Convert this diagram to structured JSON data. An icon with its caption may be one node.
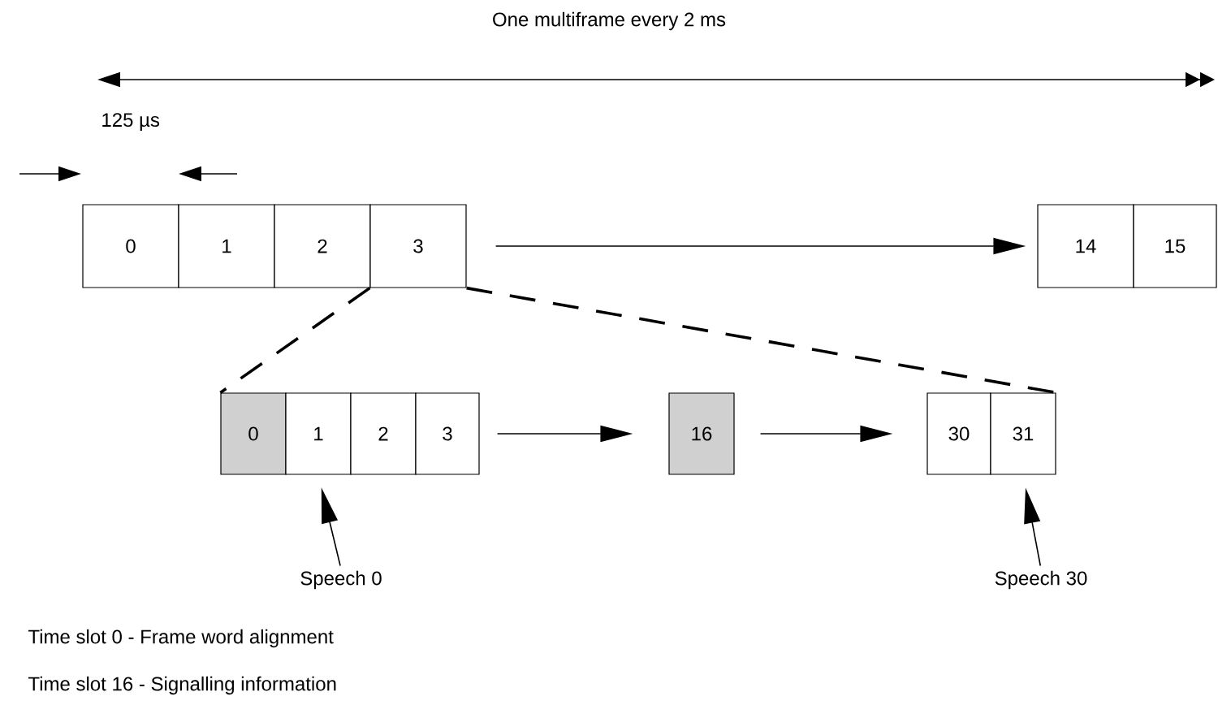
{
  "diagram": {
    "nodes": [
      {
        "text": [
          "0"
        ]
      },
      {
        "text": [
          "1"
        ]
      },
      {
        "text": [
          "2"
        ]
      },
      {
        "text": [
          "3"
        ]
      },
      {
        "text": [
          "14"
        ]
      },
      {
        "text": [
          "15"
        ]
      },
      {
        "text": [
          "0"
        ]
      },
      {
        "text": [
          "1"
        ]
      },
      {
        "text": [
          "2"
        ]
      },
      {
        "text": [
          "3"
        ]
      },
      {
        "text": [
          "16"
        ]
      },
      {
        "text": [
          "30"
        ]
      },
      {
        "text": [
          "31"
        ]
      },
      {
        "text": [
          "Speech 0"
        ]
      },
      {
        "text": [
          "Speech 30"
        ]
      }
    ],
    "edges": [
      {
        "from": 3,
        "to": 4,
        "arrow": "to"
      },
      {
        "from": 3,
        "to": 6,
        "arrow": "none",
        "style": "dashed"
      },
      {
        "from": 3,
        "to": 12,
        "arrow": "none",
        "style": "dashed"
      },
      {
        "from": 9,
        "to": 10,
        "arrow": "to"
      },
      {
        "from": 10,
        "to": 11,
        "arrow": "to"
      },
      {
        "from": 13,
        "to": 7,
        "arrow": "to"
      },
      {
        "from": 14,
        "to": 12,
        "arrow": "to"
      }
    ],
    "labels": [
      "One multiframe every 2 ms",
      "125 µs",
      "Time slot 0 - Frame word alignment",
      "Time slot 16 - Signalling information"
    ]
  }
}
